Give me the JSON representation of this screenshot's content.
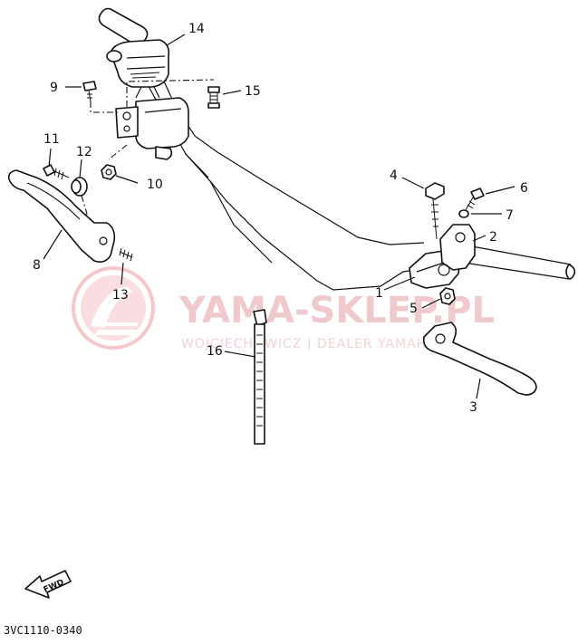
{
  "diagram": {
    "callouts": [
      {
        "id": "1",
        "text": "1"
      },
      {
        "id": "2",
        "text": "2"
      },
      {
        "id": "3",
        "text": "3"
      },
      {
        "id": "4",
        "text": "4"
      },
      {
        "id": "5",
        "text": "5"
      },
      {
        "id": "6",
        "text": "6"
      },
      {
        "id": "7",
        "text": "7"
      },
      {
        "id": "8",
        "text": "8"
      },
      {
        "id": "9",
        "text": "9"
      },
      {
        "id": "10",
        "text": "10"
      },
      {
        "id": "11",
        "text": "11"
      },
      {
        "id": "12",
        "text": "12"
      },
      {
        "id": "13",
        "text": "13"
      },
      {
        "id": "14",
        "text": "14"
      },
      {
        "id": "15",
        "text": "15"
      },
      {
        "id": "16",
        "text": "16"
      }
    ],
    "watermark": {
      "main": "YAMA-SKLEP.PL",
      "sub": "WOJCIECHOWICZ | DEALER YAMAHA",
      "color": "#e8a3a8"
    },
    "direction_label": "FWD",
    "diagram_code": "3VC1110-0340"
  }
}
